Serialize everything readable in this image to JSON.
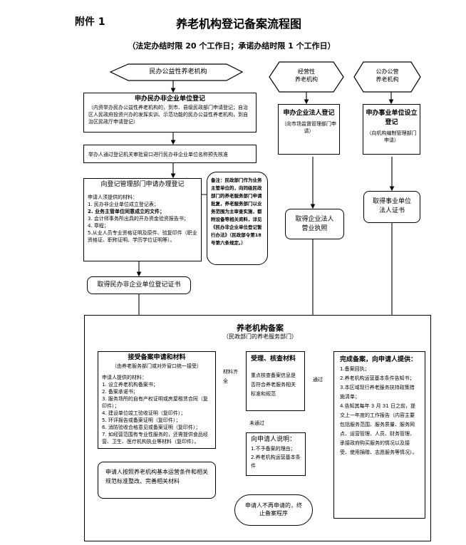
{
  "header": {
    "attachment": "附件 1",
    "title": "养老机构登记备案流程图",
    "subtitle": "（法定办结时限 20 个工作日；承诺办结时限 1 个工作日）"
  },
  "left": {
    "start": "民办公益性养老机构",
    "register_title": "申办民办非企业单位登记",
    "register_note": "（内资举办民办公益性养老机构的，到市、县级民政部门申请登记；自治区人民政府投资兴办的发挥实训、示范功能的民办公益性养老机构，到自治区民政厅申请登记）",
    "name_check": "举办人通过登记机关审批窗口进行民办非企业单位名称预先核准",
    "apply_title": "向登记管理部门申请办理登记",
    "materials_head": "申请人须提供的材料：",
    "materials": [
      "1. 民办非企业单位成立登记表；",
      "2. 业务主管单位同意成立的文件；",
      "3. 会计师事务所出具的开办资金验资报告书；",
      "4. 章程；",
      "5.从业人员专业资格证明及原件、验复印件（职业资格证、职称证明、学历学位证明等）。"
    ],
    "note": "备注：民政部门作为业务主管单位的，向同级民政部门的养老服务部门申请批复，养老服务部门以业务范围为主审查实施，都附设备等相关资料，详见《民办非企业单位登记暂行办法》（民政部令第18号第六条规定。）",
    "certificate": "取得民办非企业单位登记证书"
  },
  "middle": {
    "start_line1": "经营性",
    "start_line2": "养老机构",
    "register_title": "申办企业法人登记",
    "register_note": "（向市场监督管理部门申请）",
    "result": "取得企业法人营业执照"
  },
  "right": {
    "start_line1": "公办公营",
    "start_line2": "养老机构",
    "register_title": "申办事业单位设立登记",
    "register_note": "（向机构编制管理部门申请）",
    "result": "取得事业单位法人证书"
  },
  "filing": {
    "title": "养老机构备案",
    "subtitle": "（民政部门的养老服务部门）",
    "accept_title": "接受备案申请和材料",
    "accept_note": "（由养老服务部门或对外窗口统一接受）",
    "accept_head": "申请人提供的材料：",
    "accept_items": [
      "1. 设立养老机构备案书；",
      "2. 备案承诺书；",
      "3. 服务场所的自有产权证明或房屋租赁合同（复印件）；",
      "4. 建设单位竣工验收证明（复印件）；",
      "5. 环评报告或备案证明（复印件）；",
      "6. 消防验收合格意见或备案证明（复印件）；",
      "7. 如经营范围有专业性服务的，还需提供食品经营、卫生、医疗机构执业等材料（复印件）。"
    ],
    "materials_complete": "材料齐全",
    "review_title": "受理、核查材料",
    "review_text": "重点核查备案信息是否符合养老服务相关标准和规范",
    "pass": "通过",
    "fail": "未通过",
    "explain_title": "向申请人说明：",
    "explain_items": [
      "1.不予备案的理由；",
      "2.养老机构运营基本条件"
    ],
    "fix": "申请人按照养老机构基本运营条件和相关规范标准整改、完善相关材料",
    "terminate": "申请人不再申请的，终止备案程序",
    "done_title": "完成备案，向申请人提供：",
    "done_items": [
      "1.备案回执；",
      "2.养老机构运营基本条件告知书；",
      "3.本区域现行养老服务扶持政策措施清单；",
      "4.告知其每年 3 月 31 日之前，提交上一年度的工作报告（内容主要包括服务范围、服务质量、服务网点、运营管理、人员、财务管理、承接政府购买服务的情况以及接受、使用捐赠、志愿服务等情况）。"
    ]
  }
}
